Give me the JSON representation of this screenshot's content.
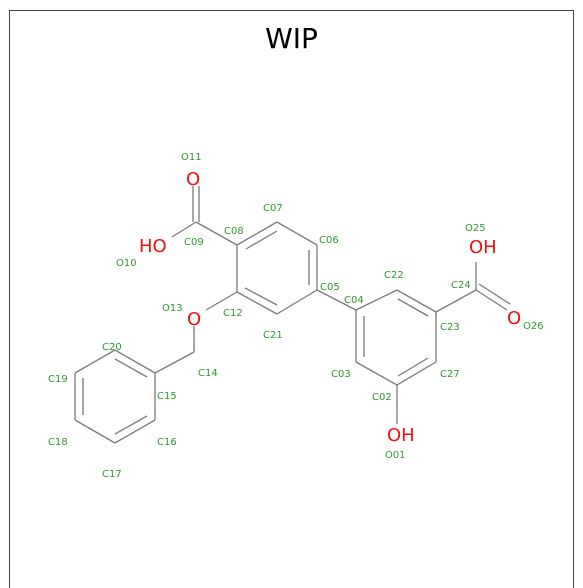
{
  "title": "WIP",
  "colors": {
    "bond": "#7a7a7a",
    "label": "#2e9a2e",
    "heteroatom": "#ee1111",
    "frame": "#444444"
  },
  "atom_labels": [
    "O01",
    "C02",
    "C03",
    "C04",
    "C05",
    "C06",
    "C07",
    "C08",
    "C09",
    "O10",
    "O11",
    "C12",
    "O13",
    "C14",
    "C15",
    "C16",
    "C17",
    "C18",
    "C19",
    "C20",
    "C21",
    "C22",
    "C23",
    "C24",
    "O25",
    "O26",
    "C27"
  ],
  "heteroatoms": {
    "o11": "O",
    "ho_c09": "HO",
    "o13": "O",
    "oh_c24": "OH",
    "o26": "O",
    "oh_c02": "OH"
  }
}
